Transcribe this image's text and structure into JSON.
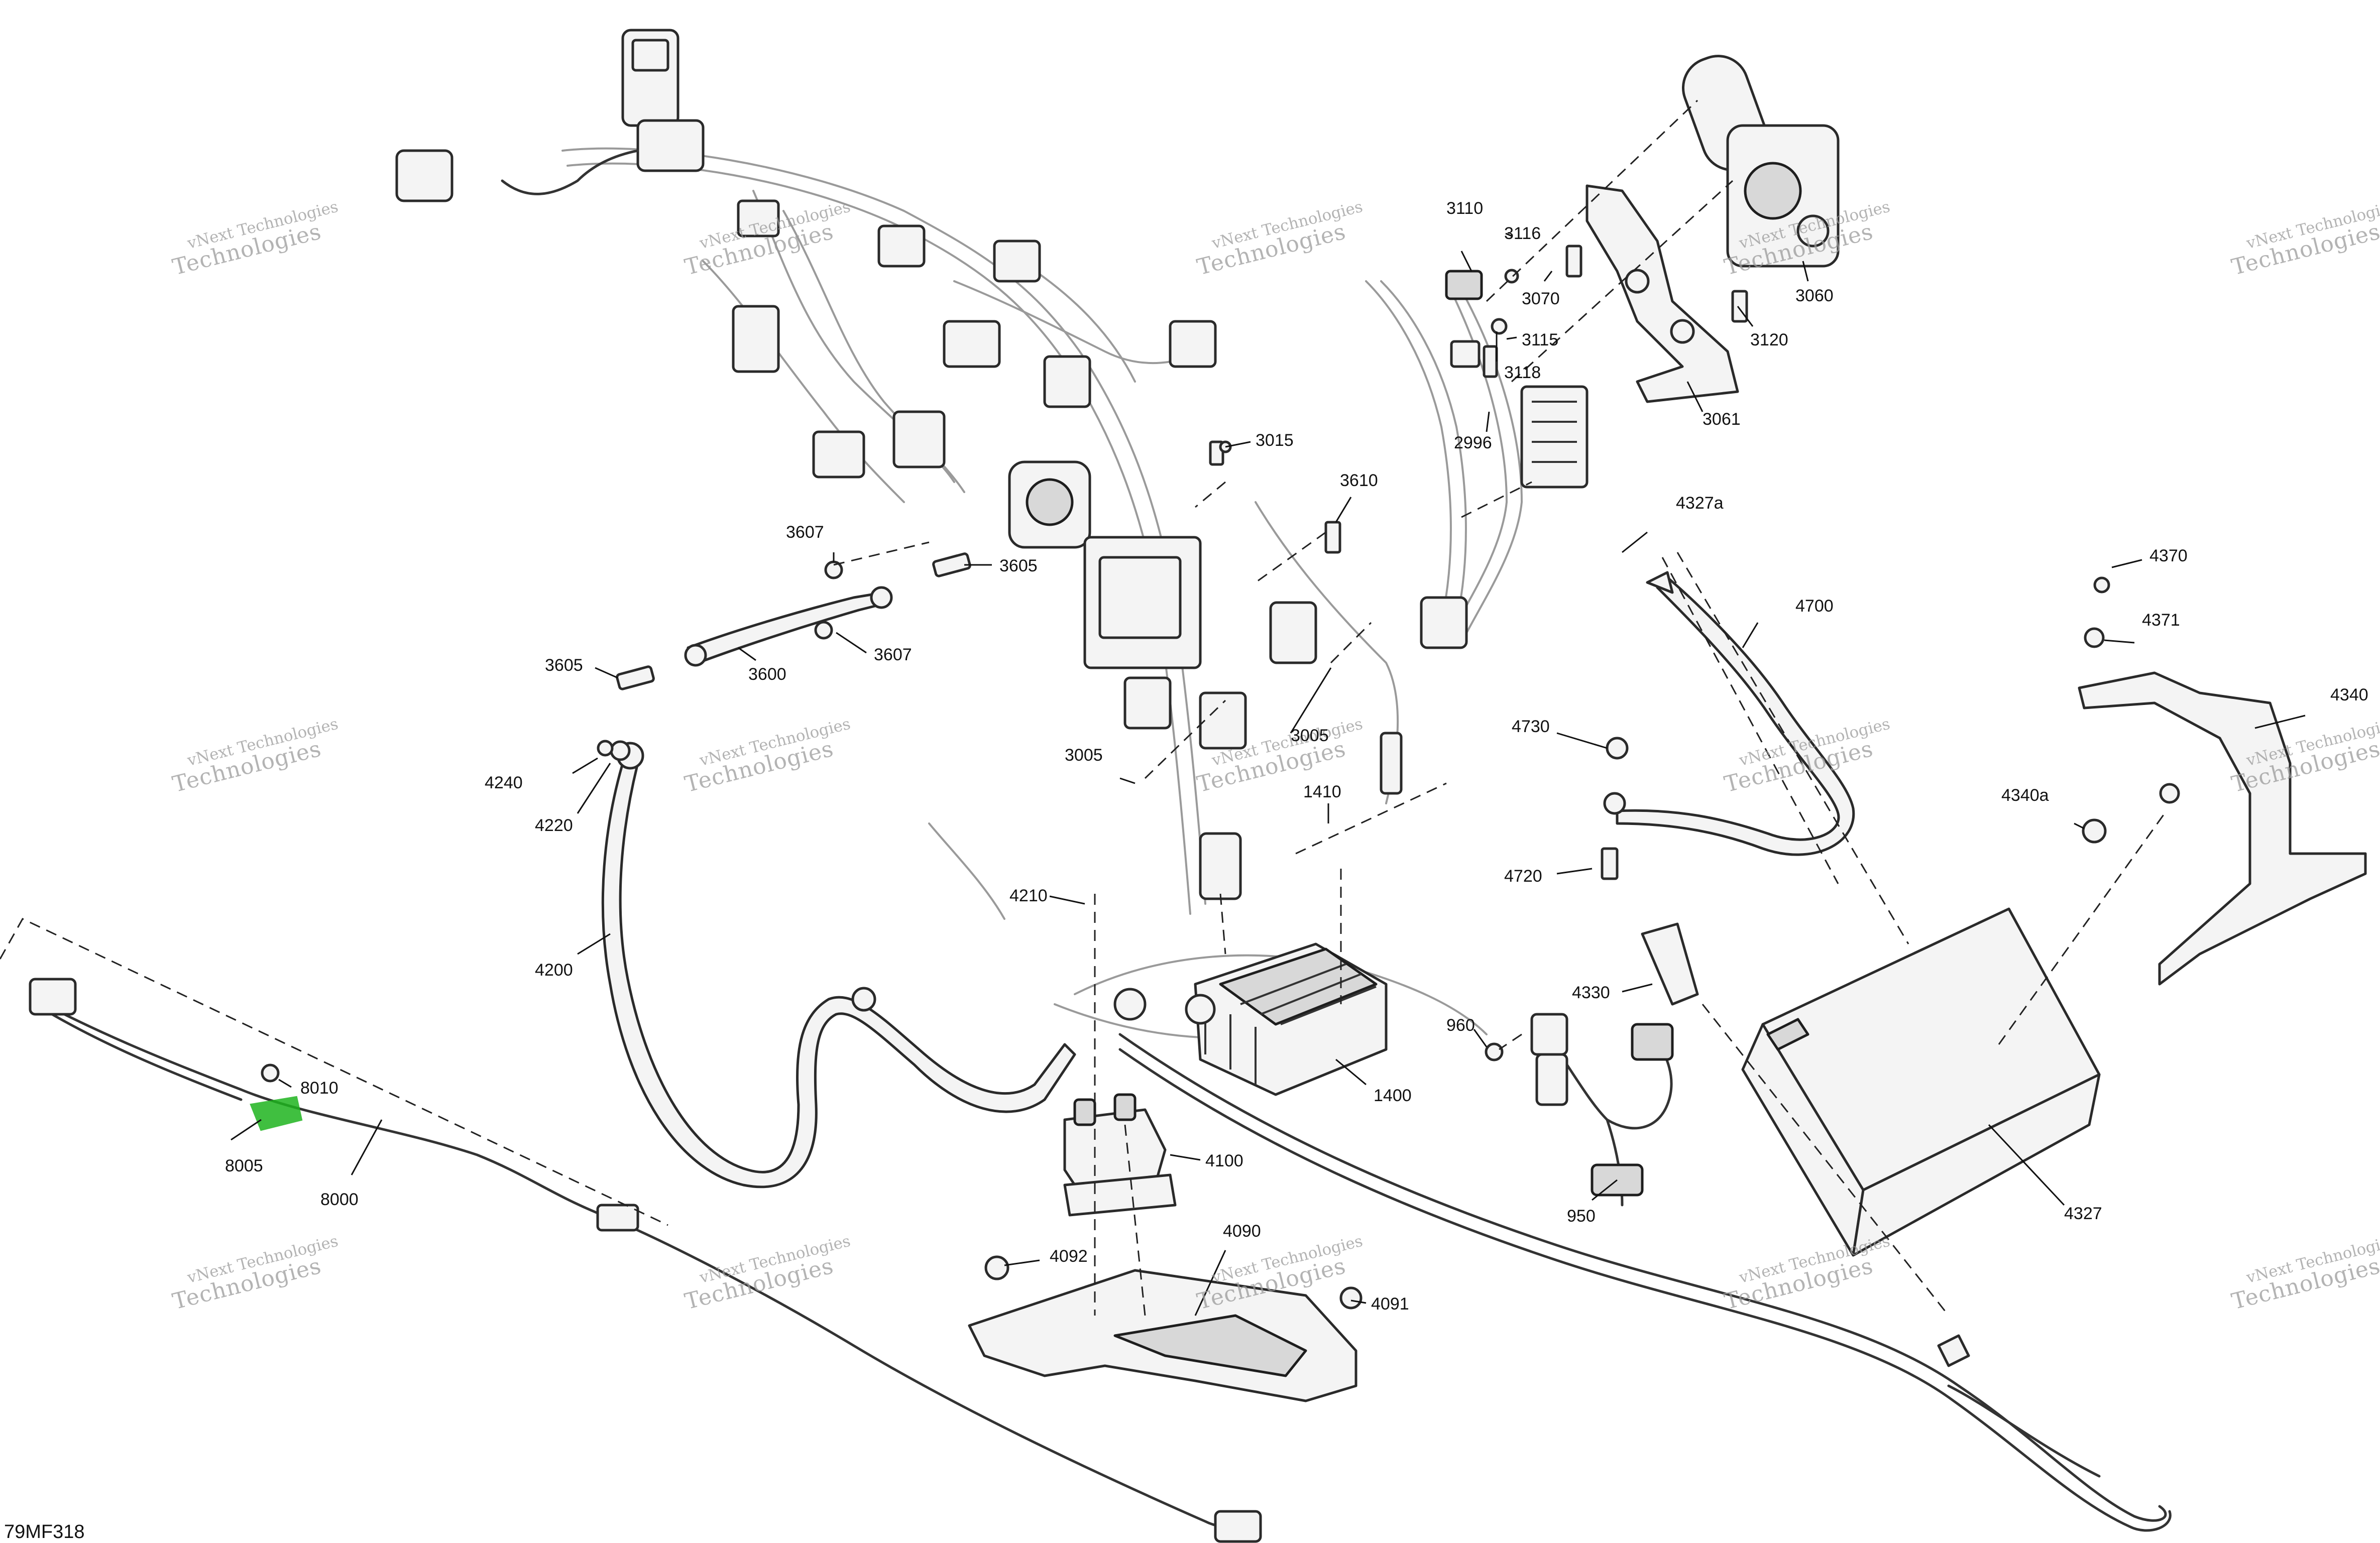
{
  "figure_code": "79MF318",
  "watermark": {
    "line1": "vNext Technologies",
    "line2": "Technologies"
  },
  "highlight_color": "#1fb51f",
  "callouts": {
    "c3110": "3110",
    "c3116": "3116",
    "c3115": "3115",
    "c3118": "3118",
    "c2996": "2996",
    "c3070": "3070",
    "c3060": "3060",
    "c3120": "3120",
    "c3061": "3061",
    "c3015": "3015",
    "c3610": "3610",
    "c3607a": "3607",
    "c3605a": "3605",
    "c3607b": "3607",
    "c3605b": "3605",
    "c3600": "3600",
    "c3005a": "3005",
    "c3005b": "3005",
    "c1410": "1410",
    "c4327a": "4327a",
    "c4700": "4700",
    "c4370": "4370",
    "c4371": "4371",
    "c4340": "4340",
    "c4340a": "4340a",
    "c4730": "4730",
    "c4720": "4720",
    "c4240": "4240",
    "c4220": "4220",
    "c4200": "4200",
    "c4210": "4210",
    "c4330": "4330",
    "c960": "960",
    "c1400": "1400",
    "c4100": "4100",
    "c8010": "8010",
    "c8005": "8005",
    "c8000": "8000",
    "c950": "950",
    "c4327": "4327",
    "c4090": "4090",
    "c4092": "4092",
    "c4091": "4091"
  }
}
